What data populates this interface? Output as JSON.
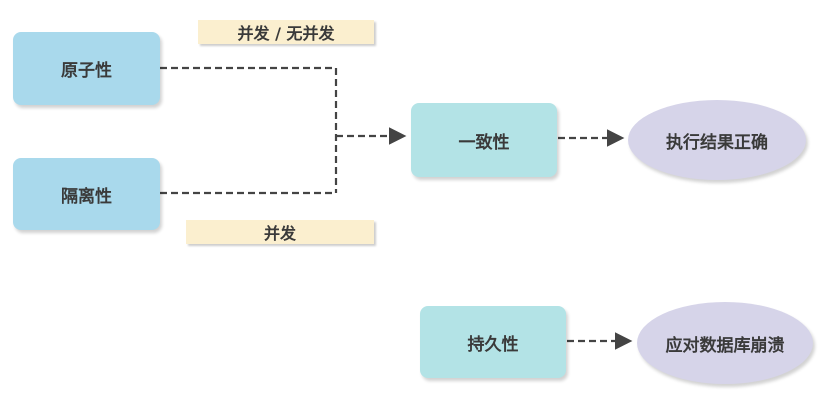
{
  "nodes": {
    "atomicity": "原子性",
    "isolation": "隔离性",
    "consistency": "一致性",
    "durability": "持久性",
    "correct_result": "执行结果正确",
    "db_crash": "应对数据库崩溃"
  },
  "labels": {
    "top": "并发 / 无并发",
    "bottom": "并发"
  },
  "colors": {
    "box_blue": "#a9d9ec",
    "box_teal": "#b3e3e6",
    "ellipse": "#d6d4e9",
    "label_bg": "#fbefcf",
    "connector": "#444444"
  }
}
